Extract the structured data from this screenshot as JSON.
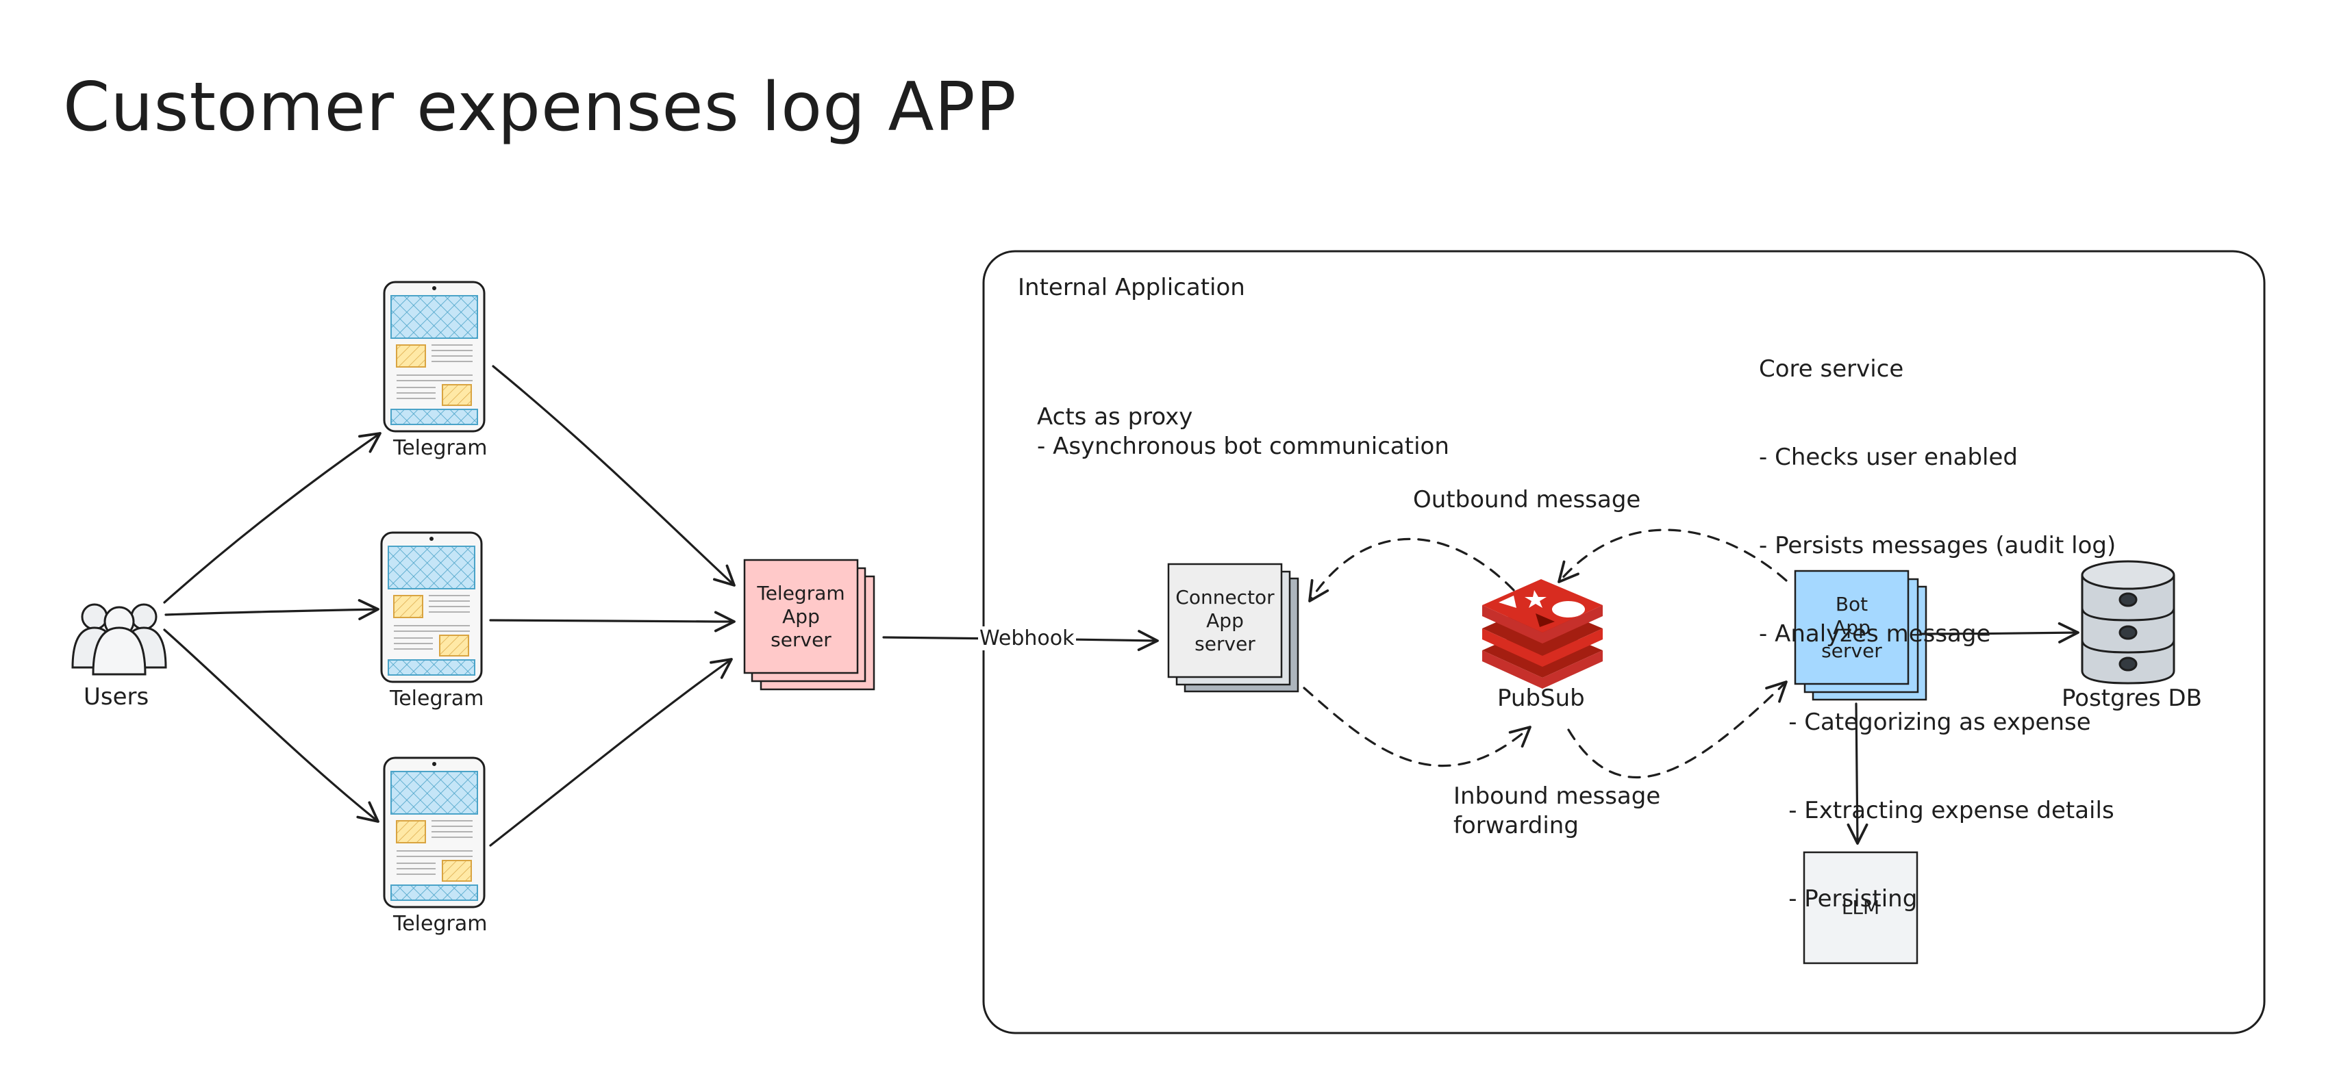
{
  "title": "Customer expenses log APP",
  "users_label": "Users",
  "phones": [
    {
      "label": "Telegram"
    },
    {
      "label": "Telegram"
    },
    {
      "label": "Telegram"
    }
  ],
  "telegram_server": {
    "label": "Telegram\nApp\nserver"
  },
  "webhook_label": "Webhook",
  "internal_app": {
    "label": "Internal Application"
  },
  "proxy_note": [
    "Acts as proxy",
    "- Asynchronous bot communication"
  ],
  "connector": {
    "label": "Connector\nApp\nserver"
  },
  "pubsub": {
    "label": "PubSub"
  },
  "outbound_label": "Outbound message",
  "inbound_label": [
    "Inbound message",
    "forwarding"
  ],
  "core_note": [
    "Core service",
    "- Checks user enabled",
    "- Persists messages (audit log)",
    "- Analyzes message",
    "    - Categorizing as expense",
    "    - Extracting expense details",
    "    - Persisting"
  ],
  "bot_server": {
    "label": "Bot\nApp\nserver"
  },
  "postgres": {
    "label": "Postgres DB"
  },
  "llm": {
    "label": "LLM"
  },
  "colors": {
    "stroke": "#1e1e1e",
    "telegram_server_fill": "#ffc9c9",
    "connector_fill": "#eeeeee",
    "bot_fill": "#a5d8ff",
    "llm_fill": "#f1f3f5",
    "db_fill": "#ced4da",
    "redis_red": "#d82c20",
    "phone_screen": "#a5d8ff",
    "phone_card": "#ffec99"
  }
}
